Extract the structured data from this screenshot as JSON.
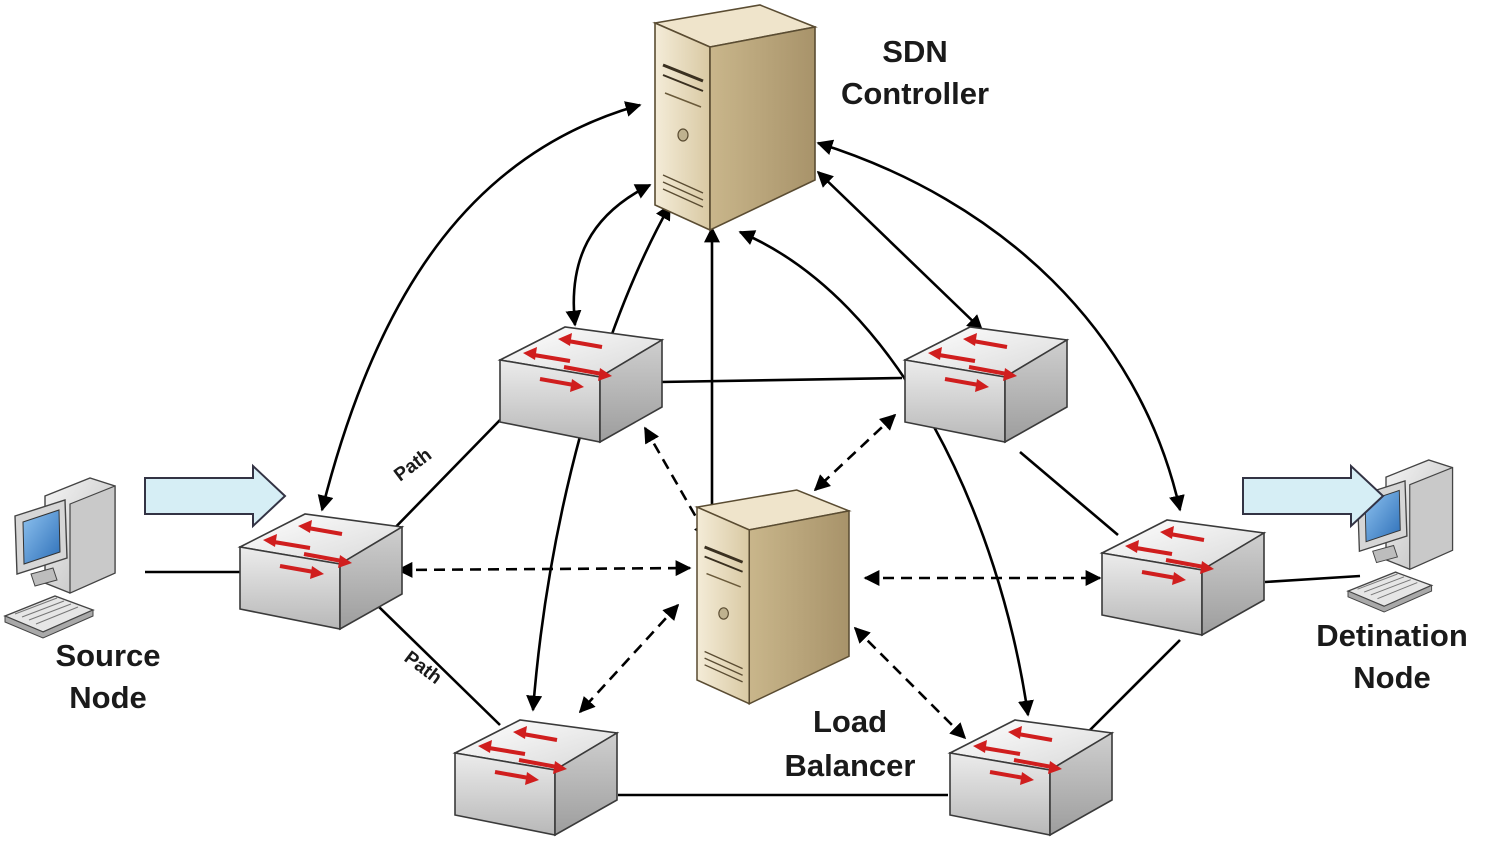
{
  "labels": {
    "sdn_controller_line1": "SDN",
    "sdn_controller_line2": "Controller",
    "load_balancer_line1": "Load",
    "load_balancer_line2": "Balancer",
    "source_line1": "Source",
    "source_line2": "Node",
    "destination_line1": "Detination",
    "destination_line2": "Node",
    "path_upper": "Path",
    "path_lower": "Path"
  },
  "colors": {
    "switch_arrow": "#d01e1e",
    "server_body": "#e8dcc0",
    "flow_arrow_fill": "#d6eef5",
    "link": "#000000"
  },
  "icons": {
    "controller": "server-tower-icon",
    "load_balancer": "server-tower-icon",
    "switch": "network-switch-icon",
    "source": "desktop-computer-icon",
    "destination": "desktop-computer-icon",
    "flow": "block-arrow-icon"
  }
}
